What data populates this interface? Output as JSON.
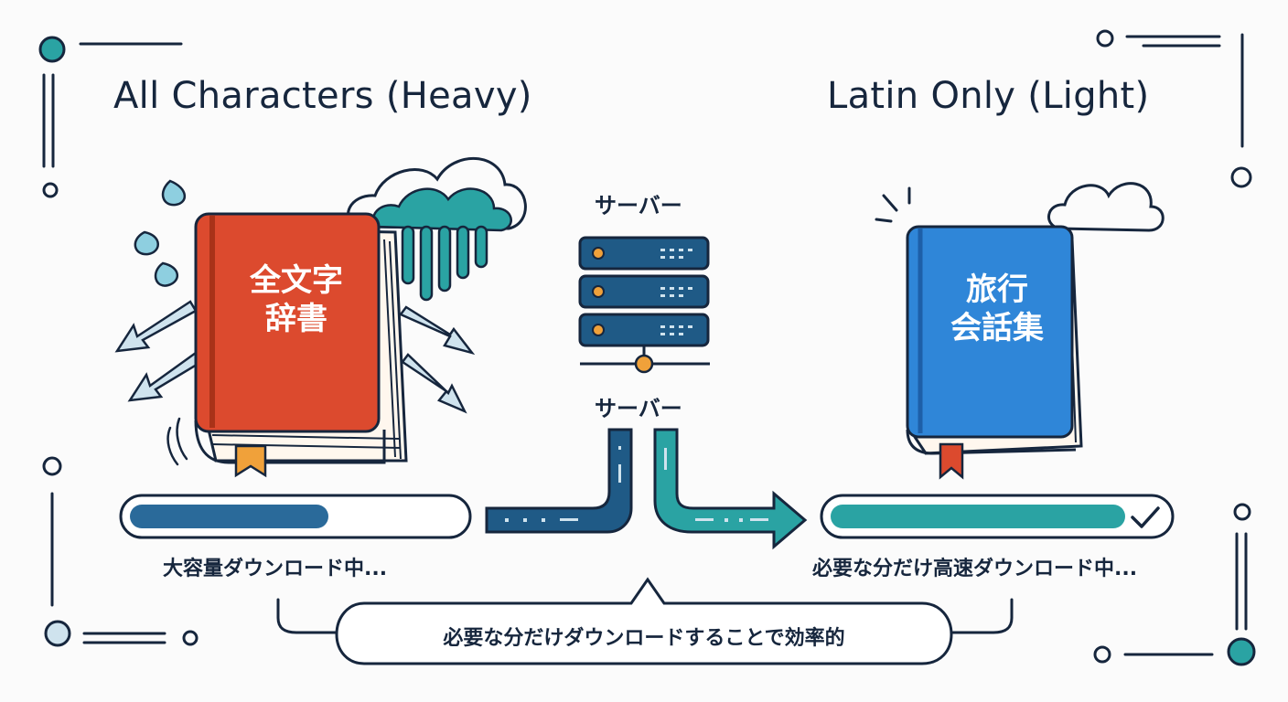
{
  "diagram": {
    "left_title": "All Characters (Heavy)",
    "right_title": "Latin Only (Light)",
    "server_label_top": "サーバー",
    "server_label_bottom": "サーバー",
    "left_book": {
      "line1": "全文字",
      "line2": "辞書",
      "icon": "red-book-icon"
    },
    "right_book": {
      "line1": "旅行",
      "line2": "会話集",
      "icon": "blue-book-icon"
    },
    "left_status": "大容量ダウンロード中...",
    "right_status": "必要な分だけ高速ダウンロード中...",
    "summary": "必要な分だけダウンロードすることで効率的",
    "left_progress": 0.6,
    "right_progress": 0.89,
    "colors": {
      "navy": "#16263d",
      "red_book": "#dc4a2e",
      "blue_book": "#2f86d8",
      "teal": "#2aa3a3",
      "progress_left": "#2a6a9a",
      "progress_right": "#2aa3a3",
      "server_dark": "#1f5a86",
      "accent_orange": "#f0a13a"
    }
  }
}
